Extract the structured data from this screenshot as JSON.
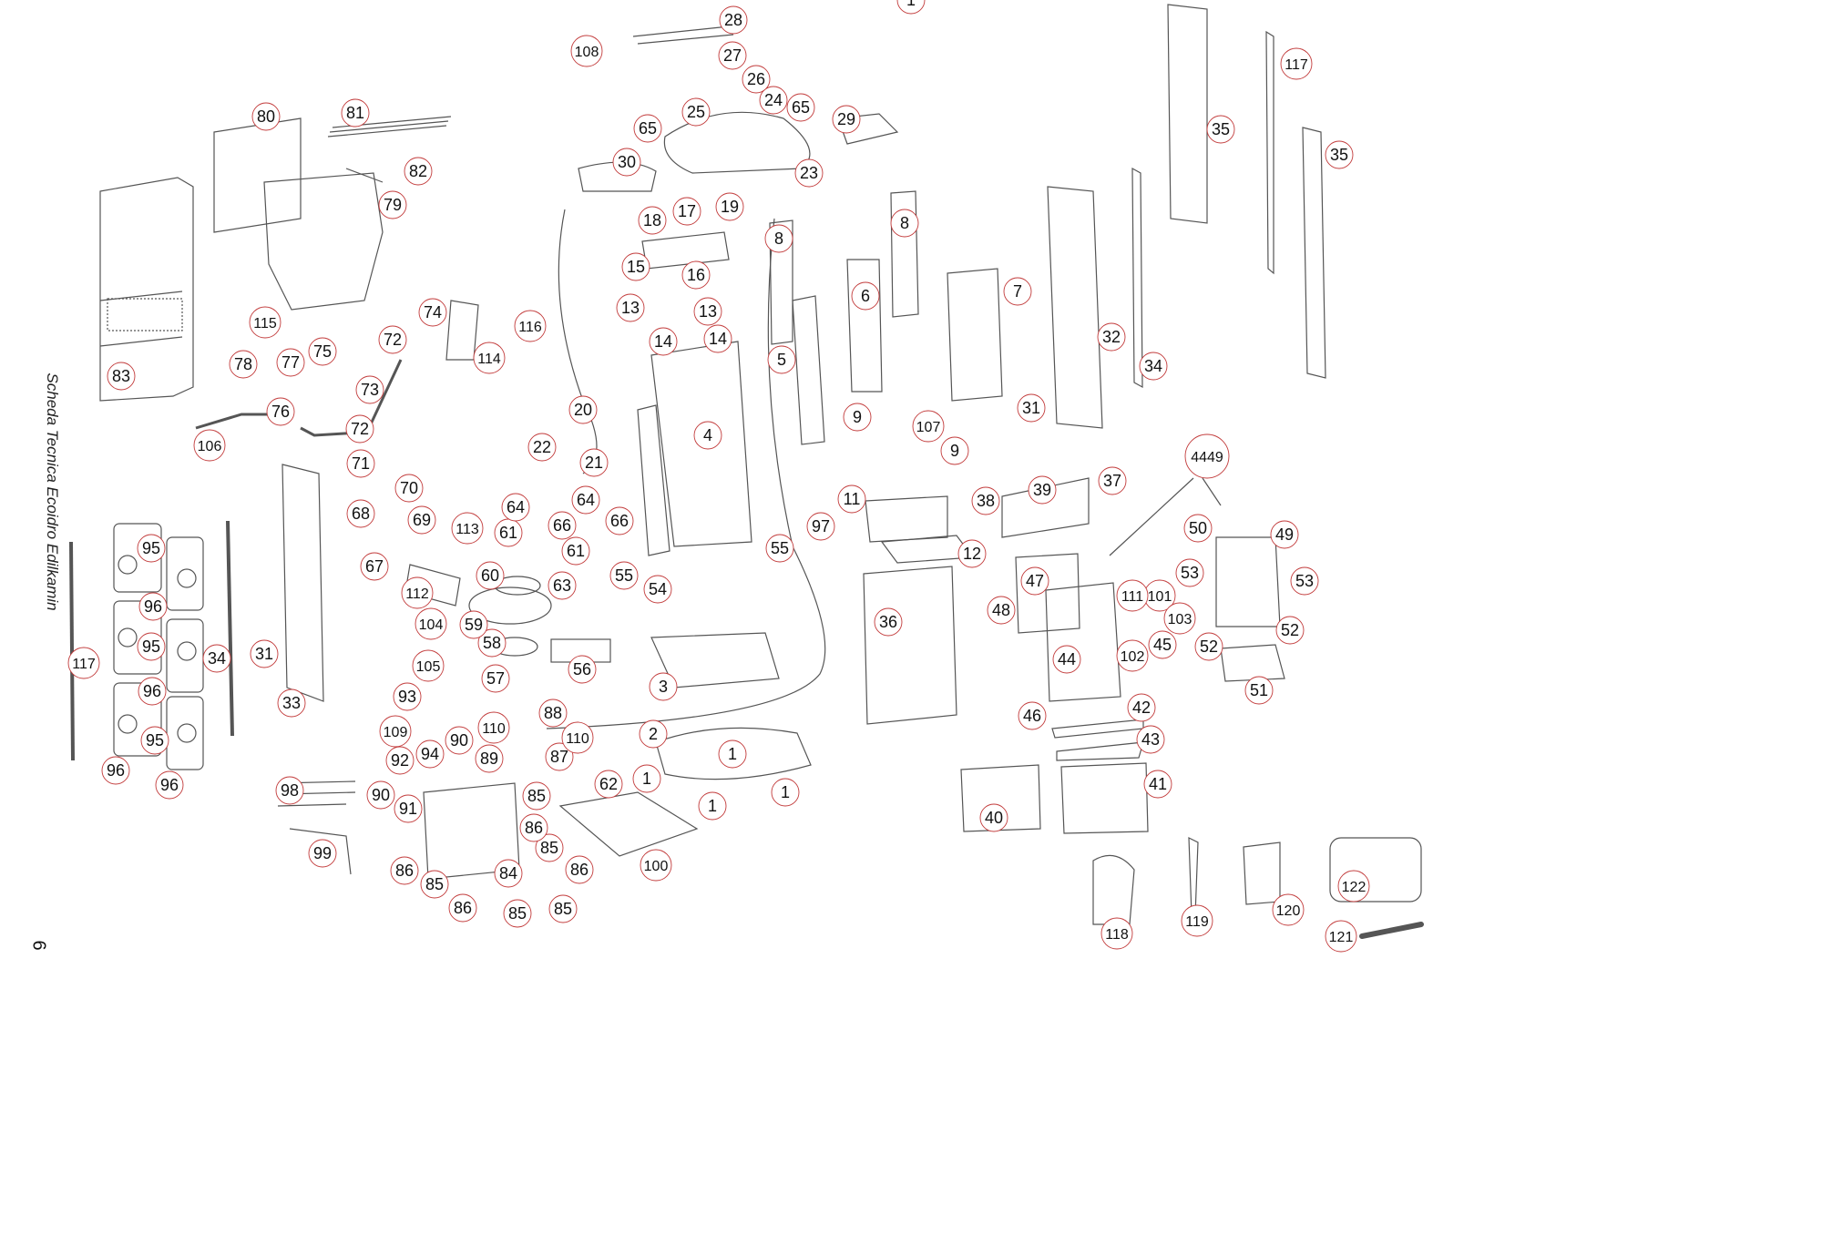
{
  "document": {
    "side_title": "Scheda Tecnica Ecoidro Edilkamin",
    "page_number": "6"
  },
  "part_labels": [
    "1",
    "1",
    "1",
    "1",
    "1",
    "2",
    "3",
    "4",
    "5",
    "6",
    "7",
    "8",
    "8",
    "9",
    "9",
    "11",
    "12",
    "13",
    "13",
    "14",
    "14",
    "15",
    "16",
    "17",
    "18",
    "19",
    "20",
    "21",
    "22",
    "23",
    "24",
    "25",
    "26",
    "27",
    "28",
    "29",
    "30",
    "31",
    "31",
    "32",
    "33",
    "34",
    "34",
    "35",
    "35",
    "36",
    "37",
    "38",
    "39",
    "40",
    "41",
    "42",
    "43",
    "44",
    "45",
    "46",
    "47",
    "48",
    "49",
    "50",
    "51",
    "52",
    "52",
    "53",
    "53",
    "54",
    "55",
    "55",
    "56",
    "57",
    "58",
    "59",
    "60",
    "61",
    "61",
    "62",
    "63",
    "64",
    "64",
    "65",
    "65",
    "66",
    "66",
    "67",
    "68",
    "69",
    "70",
    "71",
    "72",
    "72",
    "73",
    "74",
    "75",
    "76",
    "77",
    "78",
    "79",
    "80",
    "81",
    "82",
    "83",
    "84",
    "85",
    "85",
    "85",
    "85",
    "85",
    "86",
    "86",
    "86",
    "86",
    "87",
    "88",
    "89",
    "90",
    "90",
    "91",
    "92",
    "93",
    "94",
    "95",
    "95",
    "95",
    "96",
    "96",
    "96",
    "96",
    "97",
    "98",
    "99",
    "100",
    "101",
    "102",
    "103",
    "104",
    "105",
    "106",
    "107",
    "108",
    "109",
    "110",
    "110",
    "111",
    "112",
    "113",
    "114",
    "115",
    "116",
    "117",
    "117",
    "118",
    "119",
    "120",
    "121",
    "122",
    "4449"
  ],
  "line_color": "#555555",
  "marker_color": "#c23b3b"
}
